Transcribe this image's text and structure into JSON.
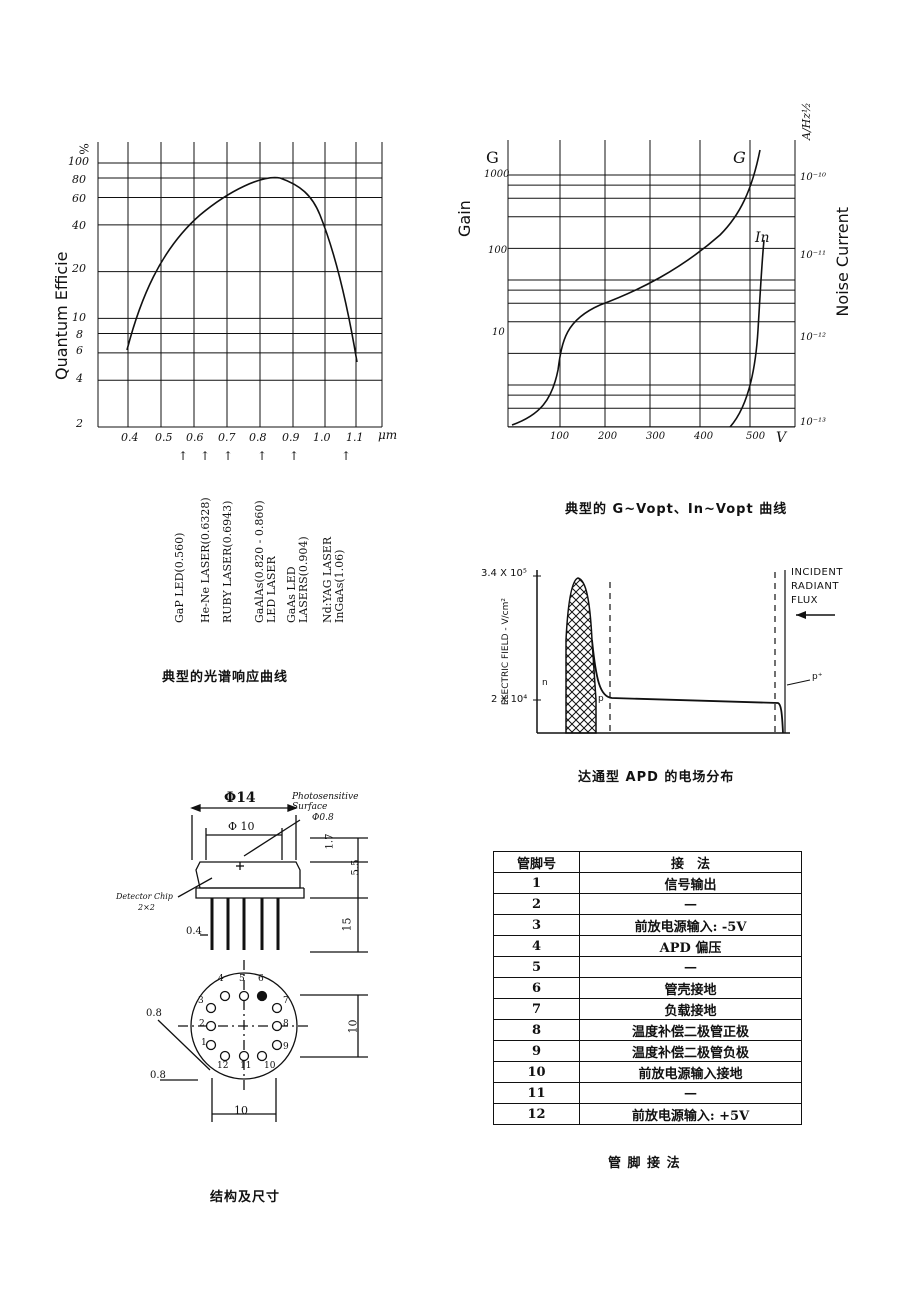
{
  "chart_qe": {
    "y_unit": "%",
    "ylabel": "Quantum Efficie",
    "xunit": "μm",
    "yticks": [
      "100",
      "80",
      "60",
      "40",
      "20",
      "10",
      "8",
      "6",
      "4",
      "2"
    ],
    "xticks": [
      "0.4",
      "0.5",
      "0.6",
      "0.7",
      "0.8",
      "0.9",
      "1.0",
      "1.1"
    ],
    "light_sources": [
      "GaP LED(0.560)",
      "He-Ne LASER(0.6328)",
      "RUBY LASER(0.6943)",
      "GaAlAs(0.820 - 0.860) LED LASER",
      "GaAs LED LASERS(0.904)",
      "Nd:YAG LASER InGaAs(1.06)"
    ],
    "caption": "典型的光谱响应曲线"
  },
  "chart_gain": {
    "g_axis_label": "G",
    "ylabel": "Gain",
    "y2label": "Noise Current",
    "y2unit": "A/Hz½",
    "yticks": [
      "1000",
      "100",
      "10"
    ],
    "y2ticks": [
      "10⁻¹⁰",
      "10⁻¹¹",
      "10⁻¹²",
      "10⁻¹³"
    ],
    "xticks": [
      "100",
      "200",
      "300",
      "400",
      "500"
    ],
    "xunit": "V",
    "curve_labels": [
      "G",
      "In"
    ],
    "caption": "典型的 G~Vopt、In~Vopt 曲线"
  },
  "chart_field": {
    "y_top": "3.4 X 10⁵",
    "y_bottom": "2 X 10⁴",
    "ylabel": "ELECTRIC FIELD - V/cm²",
    "region_n": "n",
    "region_p": "p",
    "region_pplus": "p⁺",
    "flux_label": "INCIDENT RADIANT FLUX",
    "caption": "达通型 APD 的电场分布"
  },
  "drawing": {
    "phi14": "Φ14",
    "phi10": "Φ 10",
    "photosensitive": "Photosensitive Surface",
    "phi08": "Φ0.8",
    "dim17": "1.7",
    "dim55": "5.5",
    "dim15": "15",
    "detector": "Detector Chip",
    "chip_size": "2×2",
    "dim04": "0.4",
    "dim08a": "0.8",
    "dim08b": "0.8",
    "dim10v": "10",
    "dim10h": "10",
    "pins": [
      "1",
      "2",
      "3",
      "4",
      "5",
      "6",
      "7",
      "8",
      "9",
      "10",
      "11",
      "12"
    ],
    "caption": "结构及尺寸"
  },
  "pin_table": {
    "headers": [
      "管脚号",
      "接　法"
    ],
    "rows": [
      {
        "n": "1",
        "f": "信号输出"
      },
      {
        "n": "2",
        "f": "—"
      },
      {
        "n": "3",
        "f": "前放电源输入: -5V"
      },
      {
        "n": "4",
        "f": "APD 偏压"
      },
      {
        "n": "5",
        "f": "—"
      },
      {
        "n": "6",
        "f": "管壳接地"
      },
      {
        "n": "7",
        "f": "负载接地"
      },
      {
        "n": "8",
        "f": "温度补偿二极管正极"
      },
      {
        "n": "9",
        "f": "温度补偿二极管负极"
      },
      {
        "n": "10",
        "f": "前放电源输入接地"
      },
      {
        "n": "11",
        "f": "—"
      },
      {
        "n": "12",
        "f": "前放电源输入: +5V"
      }
    ],
    "caption": "管 脚 接 法"
  }
}
